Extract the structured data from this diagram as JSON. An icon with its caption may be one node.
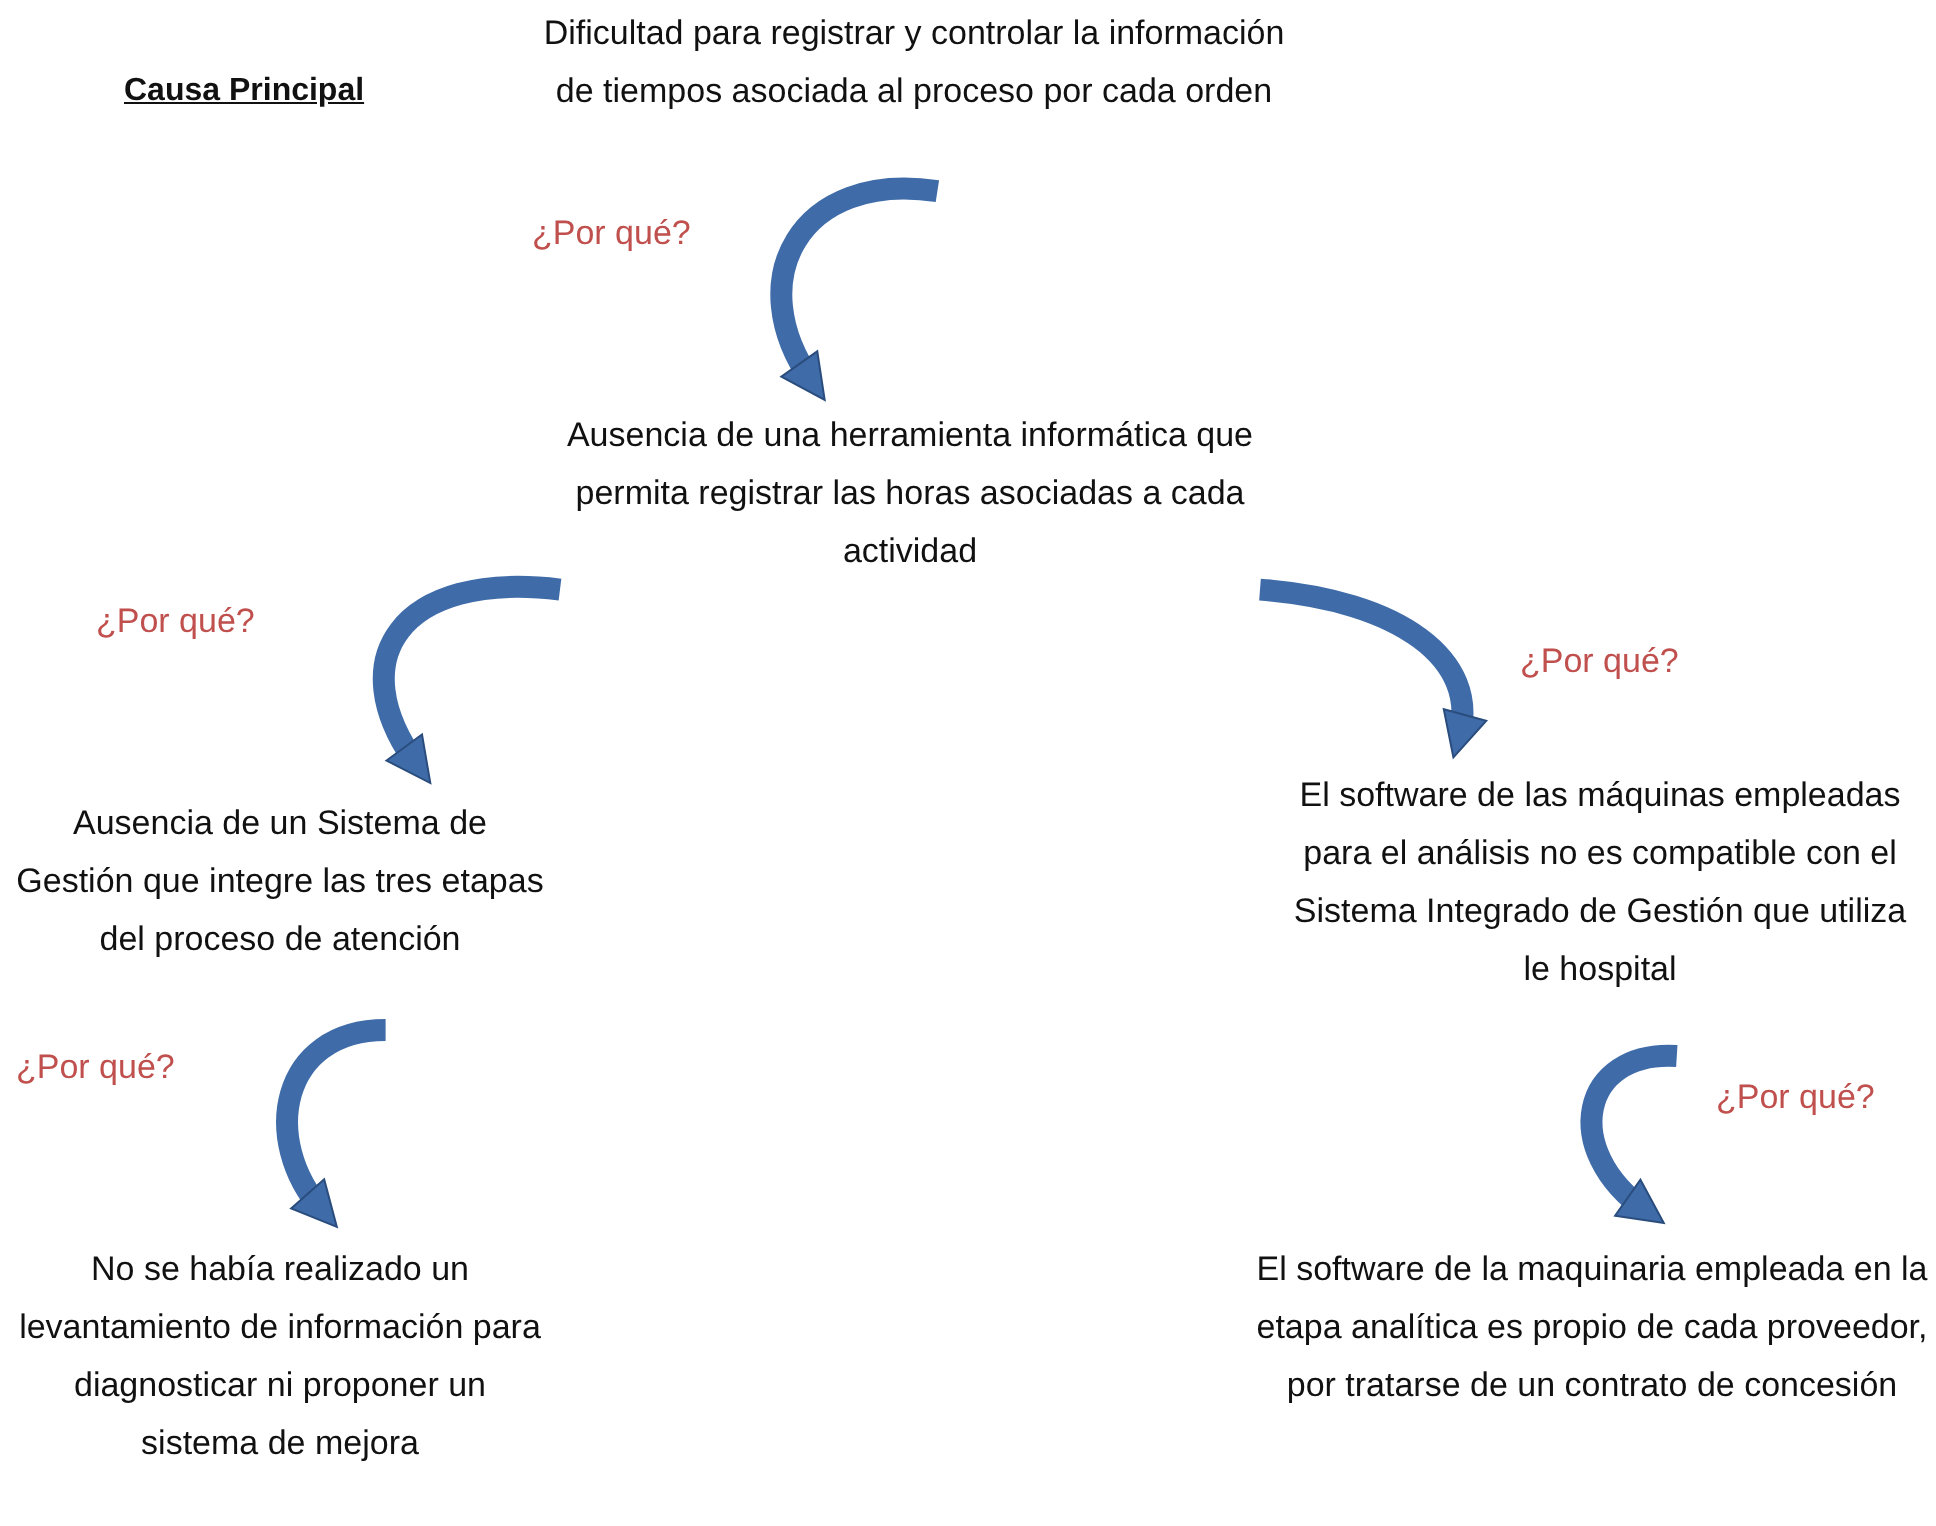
{
  "diagram": {
    "nodes": [
      {
        "text": [
          "Dificultad para registrar y controlar la información de tiempos asociada al proceso por cada orden"
        ]
      },
      {
        "text": [
          "Ausencia de una herramienta informática que permita registrar las horas asociadas a cada actividad"
        ]
      },
      {
        "text": [
          "Ausencia de un Sistema de Gestión que integre las tres etapas del proceso de atención"
        ]
      },
      {
        "text": [
          "El software de las máquinas empleadas para el análisis no es compatible con el Sistema Integrado de Gestión que utiliza le hospital"
        ]
      },
      {
        "text": [
          "No se había realizado un levantamiento de información para diagnosticar ni proponer un sistema de mejora"
        ]
      },
      {
        "text": [
          "El software de la maquinaria empleada en la etapa analítica es propio de cada proveedor, por tratarse de un contrato de concesión"
        ]
      }
    ],
    "edges": [
      {
        "from": 0,
        "to": 1,
        "arrow": "to",
        "label": "¿Por qué?"
      },
      {
        "from": 1,
        "to": 2,
        "arrow": "to",
        "label": "¿Por qué?"
      },
      {
        "from": 1,
        "to": 3,
        "arrow": "to",
        "label": "¿Por qué?"
      },
      {
        "from": 2,
        "to": 4,
        "arrow": "to",
        "label": "¿Por qué?"
      },
      {
        "from": 3,
        "to": 5,
        "arrow": "to",
        "label": "¿Por qué?"
      }
    ],
    "labels": [
      "Causa Principal"
    ]
  }
}
